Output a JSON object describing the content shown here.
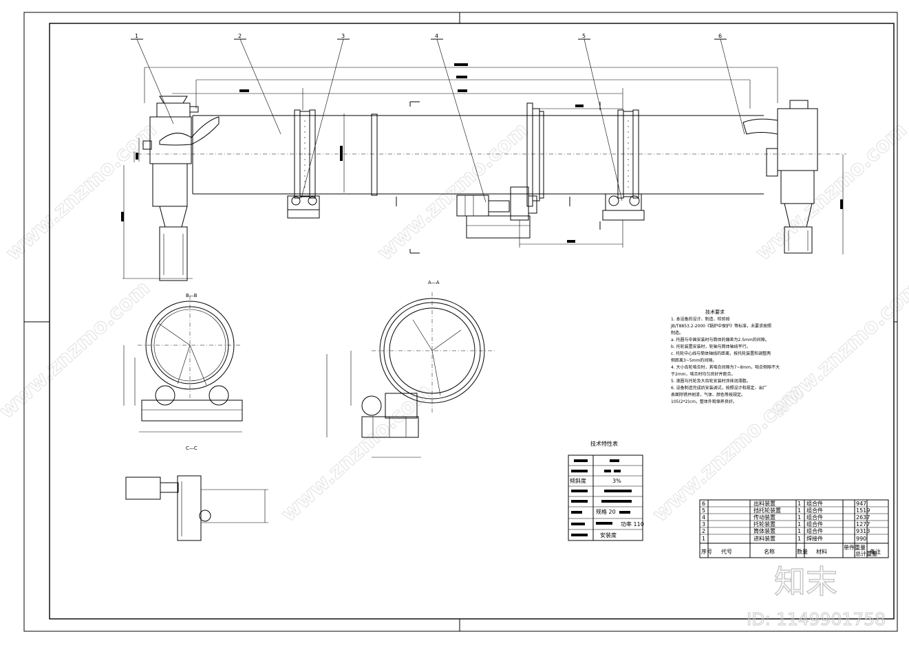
{
  "drawing": {
    "part_numbers": [
      "1",
      "2",
      "3",
      "4",
      "5",
      "6"
    ],
    "section_labels": [
      "B—B",
      "A—A",
      "C—C"
    ],
    "tech_requirements_title": "技术要求",
    "tech_requirements_lines": [
      "1. 本设备的设计、制造、检验按",
      "JB/T8853.2-2000《锅炉中保护》等标准，未要求按照",
      "制造。",
      "a. 托圈与中国安装时与筒体的偏差为2.5mm的间隙。",
      "b. 托轮装置安装时，轮轴与筒体轴线平行。",
      "c. 托轮中心线与筒体轴线的距离，按托轮装置和调整两",
      "侧距离3~5mm的间隙。",
      "4. 大小齿轮啮合时，其啮合间隙为7~8mm，啮合侧隙不大",
      "于2mm，啮合时均匀良好并跑合。",
      "5. 滚圈与托轮及大齿轮安装时涂抹润滑脂。",
      "6. 设备制造完成后安装调试，按照设计和规定、出厂",
      "表面除锈并刷漆，气体、颜色等按规定。",
      "105(2*2)cm，整体外观保养良好。"
    ],
    "spec_table_title": "技术特性表",
    "spec_table_rows": [
      {
        "label": "",
        "value": ""
      },
      {
        "label": "",
        "value": ""
      },
      {
        "label": "倾斜度",
        "value": "3%"
      },
      {
        "label": "",
        "value": ""
      },
      {
        "label": "",
        "value": ""
      },
      {
        "label": "",
        "value": "规格 20",
        "extra": ""
      },
      {
        "label": "",
        "value": "",
        "extra": "功率 110"
      },
      {
        "label": "",
        "value": "安装度"
      }
    ],
    "parts_table": {
      "rows": [
        {
          "no": "6",
          "code": "",
          "name": "出料装置",
          "qty": "1",
          "material": "组合件",
          "weight": "947",
          "total": "",
          "note": ""
        },
        {
          "no": "5",
          "code": "",
          "name": "挡托轮装置",
          "qty": "1",
          "material": "组合件",
          "weight": "1519",
          "total": "",
          "note": ""
        },
        {
          "no": "4",
          "code": "",
          "name": "传动装置",
          "qty": "1",
          "material": "组合件",
          "weight": "2637",
          "total": "",
          "note": ""
        },
        {
          "no": "3",
          "code": "",
          "name": "托轮装置",
          "qty": "1",
          "material": "组合件",
          "weight": "1277",
          "total": "",
          "note": ""
        },
        {
          "no": "2",
          "code": "",
          "name": "筒体装置",
          "qty": "1",
          "material": "组合件",
          "weight": "9313",
          "total": "",
          "note": ""
        },
        {
          "no": "1",
          "code": "",
          "name": "进料装置",
          "qty": "1",
          "material": "焊接件",
          "weight": "990",
          "total": "",
          "note": ""
        }
      ],
      "header": {
        "no": "序号",
        "code": "代号",
        "name": "名称",
        "qty": "数量",
        "material": "材料",
        "weight": "单件重量",
        "total": "总计重量",
        "note": "备注"
      }
    },
    "logo_text": "知末",
    "id_text": "ID: 1149901758",
    "watermark_text": "www.znzmo.com"
  }
}
